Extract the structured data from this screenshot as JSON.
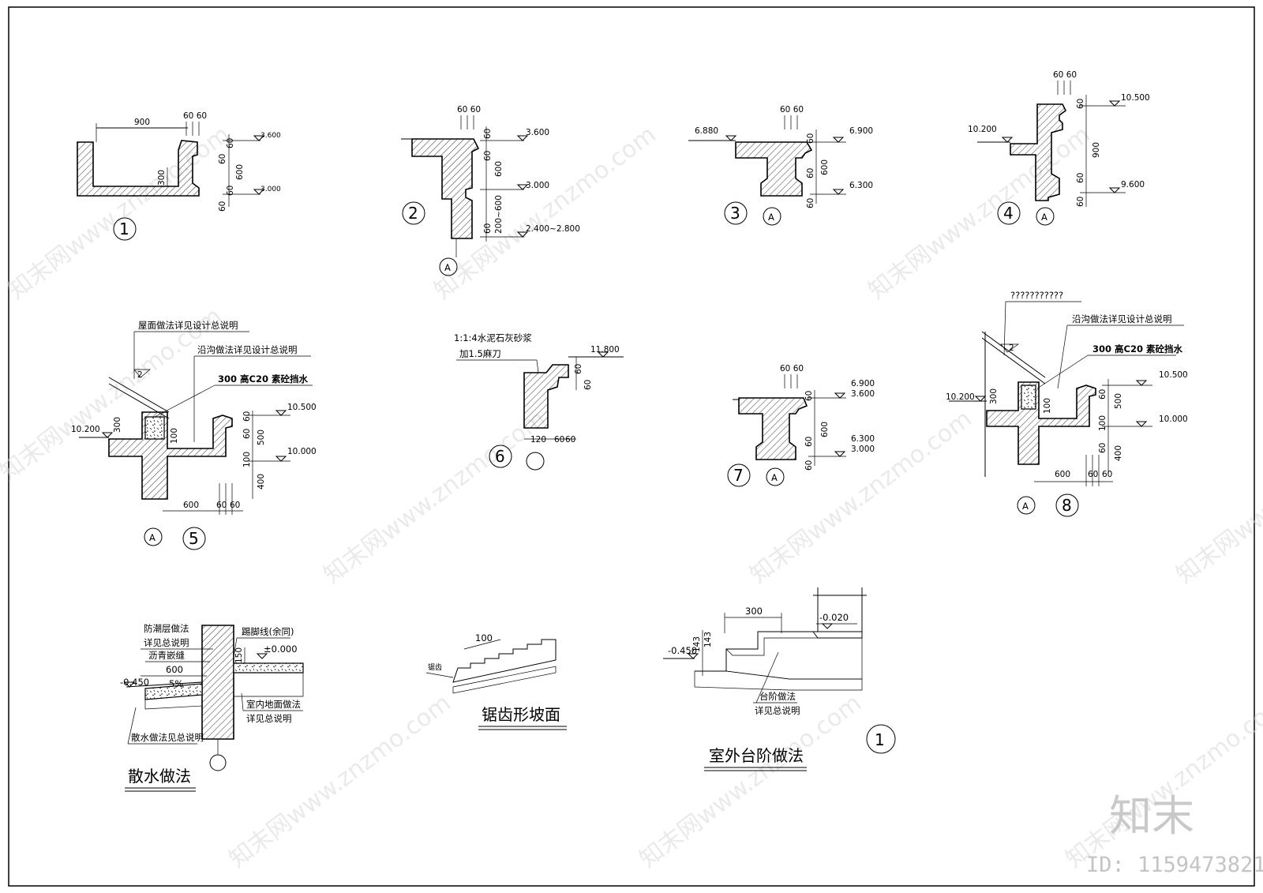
{
  "watermark": {
    "text": "知末网www.znzmo.com",
    "logo": "知末",
    "id_label": "ID: 1159473821"
  },
  "d1": {
    "w900": "900",
    "d6060": "60 60",
    "h300": "300",
    "v60a": "60",
    "v60b": "60",
    "v600": "600",
    "v60c": "60",
    "v60d": "60",
    "e3600": "3.600",
    "e3000": "3.000",
    "num": "1"
  },
  "d2": {
    "d6060": "60 60",
    "v60a": "60",
    "v60b": "60",
    "v600": "600",
    "v200": "200~600",
    "v60c": "60",
    "e3600": "3.600",
    "e3000": "3.000",
    "e2400": "2.400~2.800",
    "num": "2",
    "axis": "A"
  },
  "d3": {
    "d6060": "60 60",
    "e6880": "6.880",
    "e6900": "6.900",
    "e6300": "6.300",
    "v60a": "60",
    "v60b": "60",
    "v600": "600",
    "v60c": "60",
    "num": "3",
    "axis": "A"
  },
  "d4": {
    "d6060": "60 60",
    "e10200": "10.200",
    "e10500": "10.500",
    "e9600": "9.600",
    "v60a": "60",
    "v900": "900",
    "v60b": "60",
    "v60c": "60",
    "num": "4",
    "axis": "A"
  },
  "d5": {
    "note_roof": "屋面做法详见设计总说明",
    "note_gutter": "沿沟做法详见设计总说明",
    "note_c20": "300 高C20 素砼挡水",
    "slope": "2",
    "e10200": "10.200",
    "e10500": "10.500",
    "e10000": "10.000",
    "h300": "300",
    "h100": "100",
    "v60a": "60",
    "v60b": "60",
    "v500": "500",
    "v100": "100",
    "v400": "400",
    "w600": "600",
    "w60a": "60",
    "w60b": "60",
    "num": "5",
    "axis": "A"
  },
  "d6": {
    "note_mortar": "1:1:4水泥石灰砂浆",
    "note_knife": "加1.5麻刀",
    "e11800": "11.800",
    "v60a": "60",
    "v60b": "60",
    "w120": "120",
    "w60a": "60",
    "w60b": "60",
    "num": "6"
  },
  "d7": {
    "d6060": "60 60",
    "e6900": "6.900",
    "e3600": "3.600",
    "e6300": "6.300",
    "e3000": "3.000",
    "v60a": "60",
    "v60b": "60",
    "v600": "600",
    "v60c": "60",
    "num": "7",
    "axis": "A"
  },
  "d8": {
    "note_q": "???????????",
    "note_gutter": "沿沟做法详见设计总说明",
    "note_c20": "300 高C20 素砼挡水",
    "slope": "2",
    "e10200": "10.200",
    "e10500": "10.500",
    "e10000": "10.000",
    "h300": "300",
    "h100": "100",
    "v60a": "60",
    "v500": "500",
    "v100": "100",
    "v60b": "60",
    "v400": "400",
    "w600": "600",
    "w60a": "60",
    "w60b": "60",
    "num": "8",
    "axis": "A"
  },
  "apron": {
    "note_damp1": "防潮层做法",
    "note_damp2": "详见总说明",
    "note_asphalt": "沥青嵌缝",
    "w600": "600",
    "slope": "5%",
    "e0450": "-0.450",
    "note_skirting": "踢脚线(余同)",
    "e0000": "±0.000",
    "h150": "150",
    "note_floor1": "室内地面做法",
    "note_floor2": "详见总说明",
    "note_apron": "散水做法见总说明",
    "title": "散水做法"
  },
  "saw": {
    "w100": "100",
    "label": "锯齿",
    "title": "锯齿形坡面"
  },
  "steps": {
    "w300": "300",
    "e0020": "-0.020",
    "e0450": "-0.450",
    "h143a": "143",
    "h143b": "143",
    "note1": "台阶做法",
    "note2": "详见总说明",
    "title": "室外台阶做法",
    "num": "1"
  }
}
